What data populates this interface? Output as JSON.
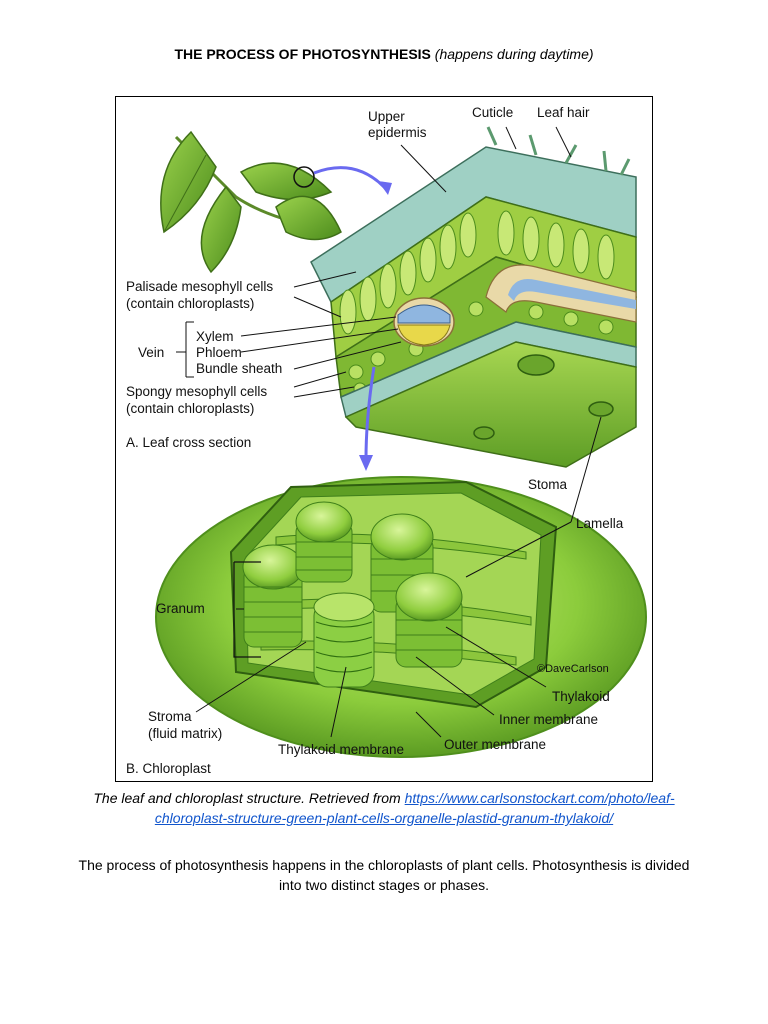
{
  "title": {
    "bold": "THE PROCESS OF PHOTOSYNTHESIS",
    "italic": "(happens during daytime)"
  },
  "figure": {
    "labels": {
      "upper_epidermis_1": "Upper",
      "upper_epidermis_2": "epidermis",
      "cuticle": "Cuticle",
      "leaf_hair": "Leaf hair",
      "palisade_1": "Palisade mesophyll cells",
      "palisade_2": "(contain chloroplasts)",
      "xylem": "Xylem",
      "vein": "Vein",
      "phloem": "Phloem",
      "bundle_sheath": "Bundle sheath",
      "spongy_1": "Spongy mesophyll cells",
      "spongy_2": "(contain chloroplasts)",
      "section_a": "A. Leaf cross section",
      "stoma": "Stoma",
      "lamella": "Lamella",
      "granum": "Granum",
      "credit": "©DaveCarlson",
      "thylakoid": "Thylakoid",
      "inner_membrane": "Inner membrane",
      "stroma_1": "Stroma",
      "stroma_2": "(fluid matrix)",
      "thylakoid_membrane": "Thylakoid membrane",
      "outer_membrane": "Outer membrane",
      "section_b": "B. Chloroplast"
    }
  },
  "caption": {
    "text": "The leaf and chloroplast structure. Retrieved from ",
    "link_line1": "https://www.carlsonstockart.com/photo/leaf-",
    "link_line2": "chloroplast-structure-green-plant-cells-organelle-plastid-granum-thylakoid/"
  },
  "paragraph": {
    "line1": "The process of photosynthesis happens in the chloroplasts of plant cells. Photosynthesis is divided",
    "line2": "into two distinct stages or phases."
  },
  "colors": {
    "leaf_green": "#7cbf3a",
    "dark_green": "#3f7f1a",
    "light_green": "#b5dc6a",
    "epidermis_blue": "#9fc9c0",
    "arrow_blue": "#6a6af0",
    "link_blue": "#1155cc"
  }
}
